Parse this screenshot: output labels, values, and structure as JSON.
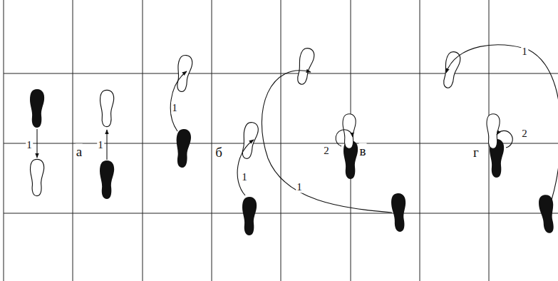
{
  "diagram": {
    "labels": [
      "1",
      "а",
      "1",
      "1",
      "б",
      "1",
      "1",
      "2",
      "в",
      "1",
      "г",
      "2"
    ]
  }
}
